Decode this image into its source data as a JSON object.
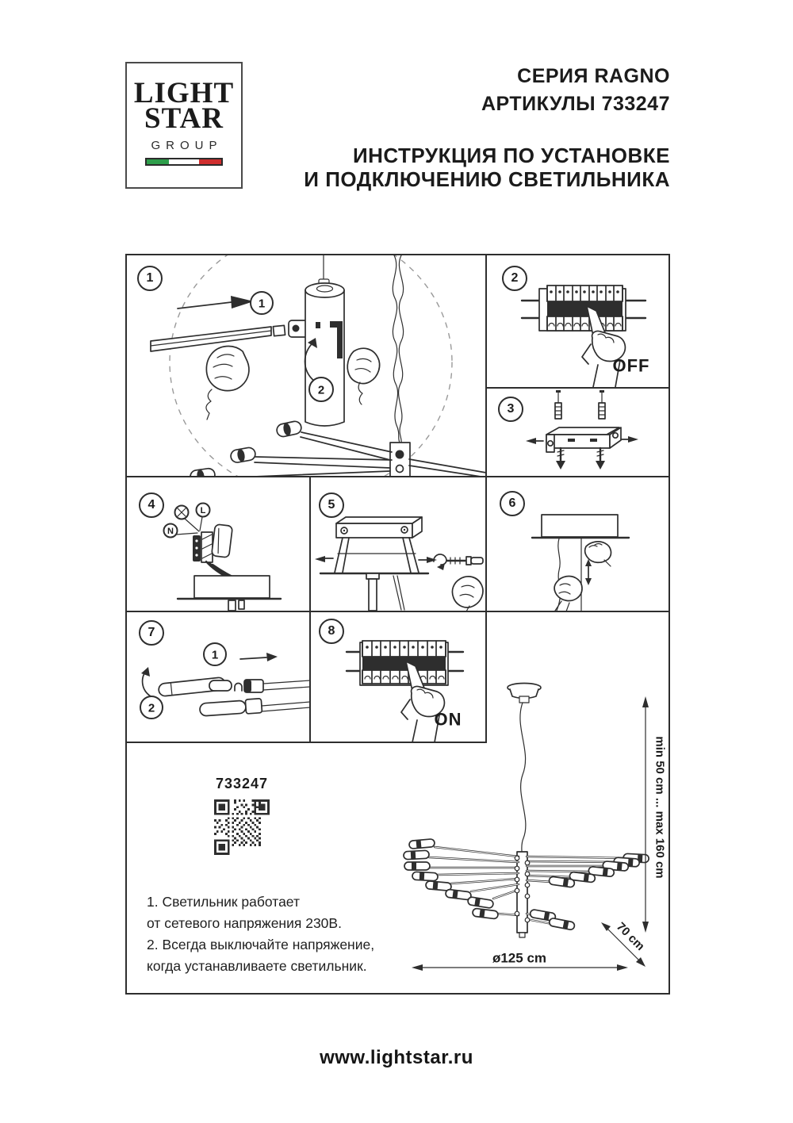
{
  "header": {
    "series": "СЕРИЯ RAGNO",
    "articles": "АРТИКУЛЫ 733247",
    "instr1": "ИНСТРУКЦИЯ ПО УСТАНОВКЕ",
    "instr2": "И ПОДКЛЮЧЕНИЮ СВЕТИЛЬНИКА"
  },
  "logo": {
    "line1": "LIGHT",
    "line2": "STAR",
    "line3": "GROUP",
    "flag_green": "#2e9e4b",
    "flag_red": "#cf2e2e"
  },
  "panels": {
    "p1": {
      "number": "1",
      "step1": "1",
      "step2": "2"
    },
    "p2": {
      "number": "2",
      "state": "OFF"
    },
    "p3": {
      "number": "3"
    },
    "p4": {
      "number": "4",
      "terminal_n": "N",
      "terminal_l": "L"
    },
    "p5": {
      "number": "5"
    },
    "p6": {
      "number": "6"
    },
    "p7": {
      "number": "7",
      "step1": "1",
      "step2": "2"
    },
    "p8": {
      "number": "8",
      "state": "ON"
    }
  },
  "product": {
    "article": "733247",
    "notes": [
      "1. Светильник работает",
      "от сетевого напряжения 230В.",
      "2. Всегда выключайте напряжение,",
      "когда устанавливаете светильник."
    ],
    "dims": {
      "height": "min 50 cm ... max 160 cm",
      "depth": "70 cm",
      "diameter": "ø125 cm"
    }
  },
  "footer": {
    "url": "www.lightstar.ru"
  },
  "colors": {
    "ink": "#2e2e2e",
    "text": "#1b1b1b"
  }
}
